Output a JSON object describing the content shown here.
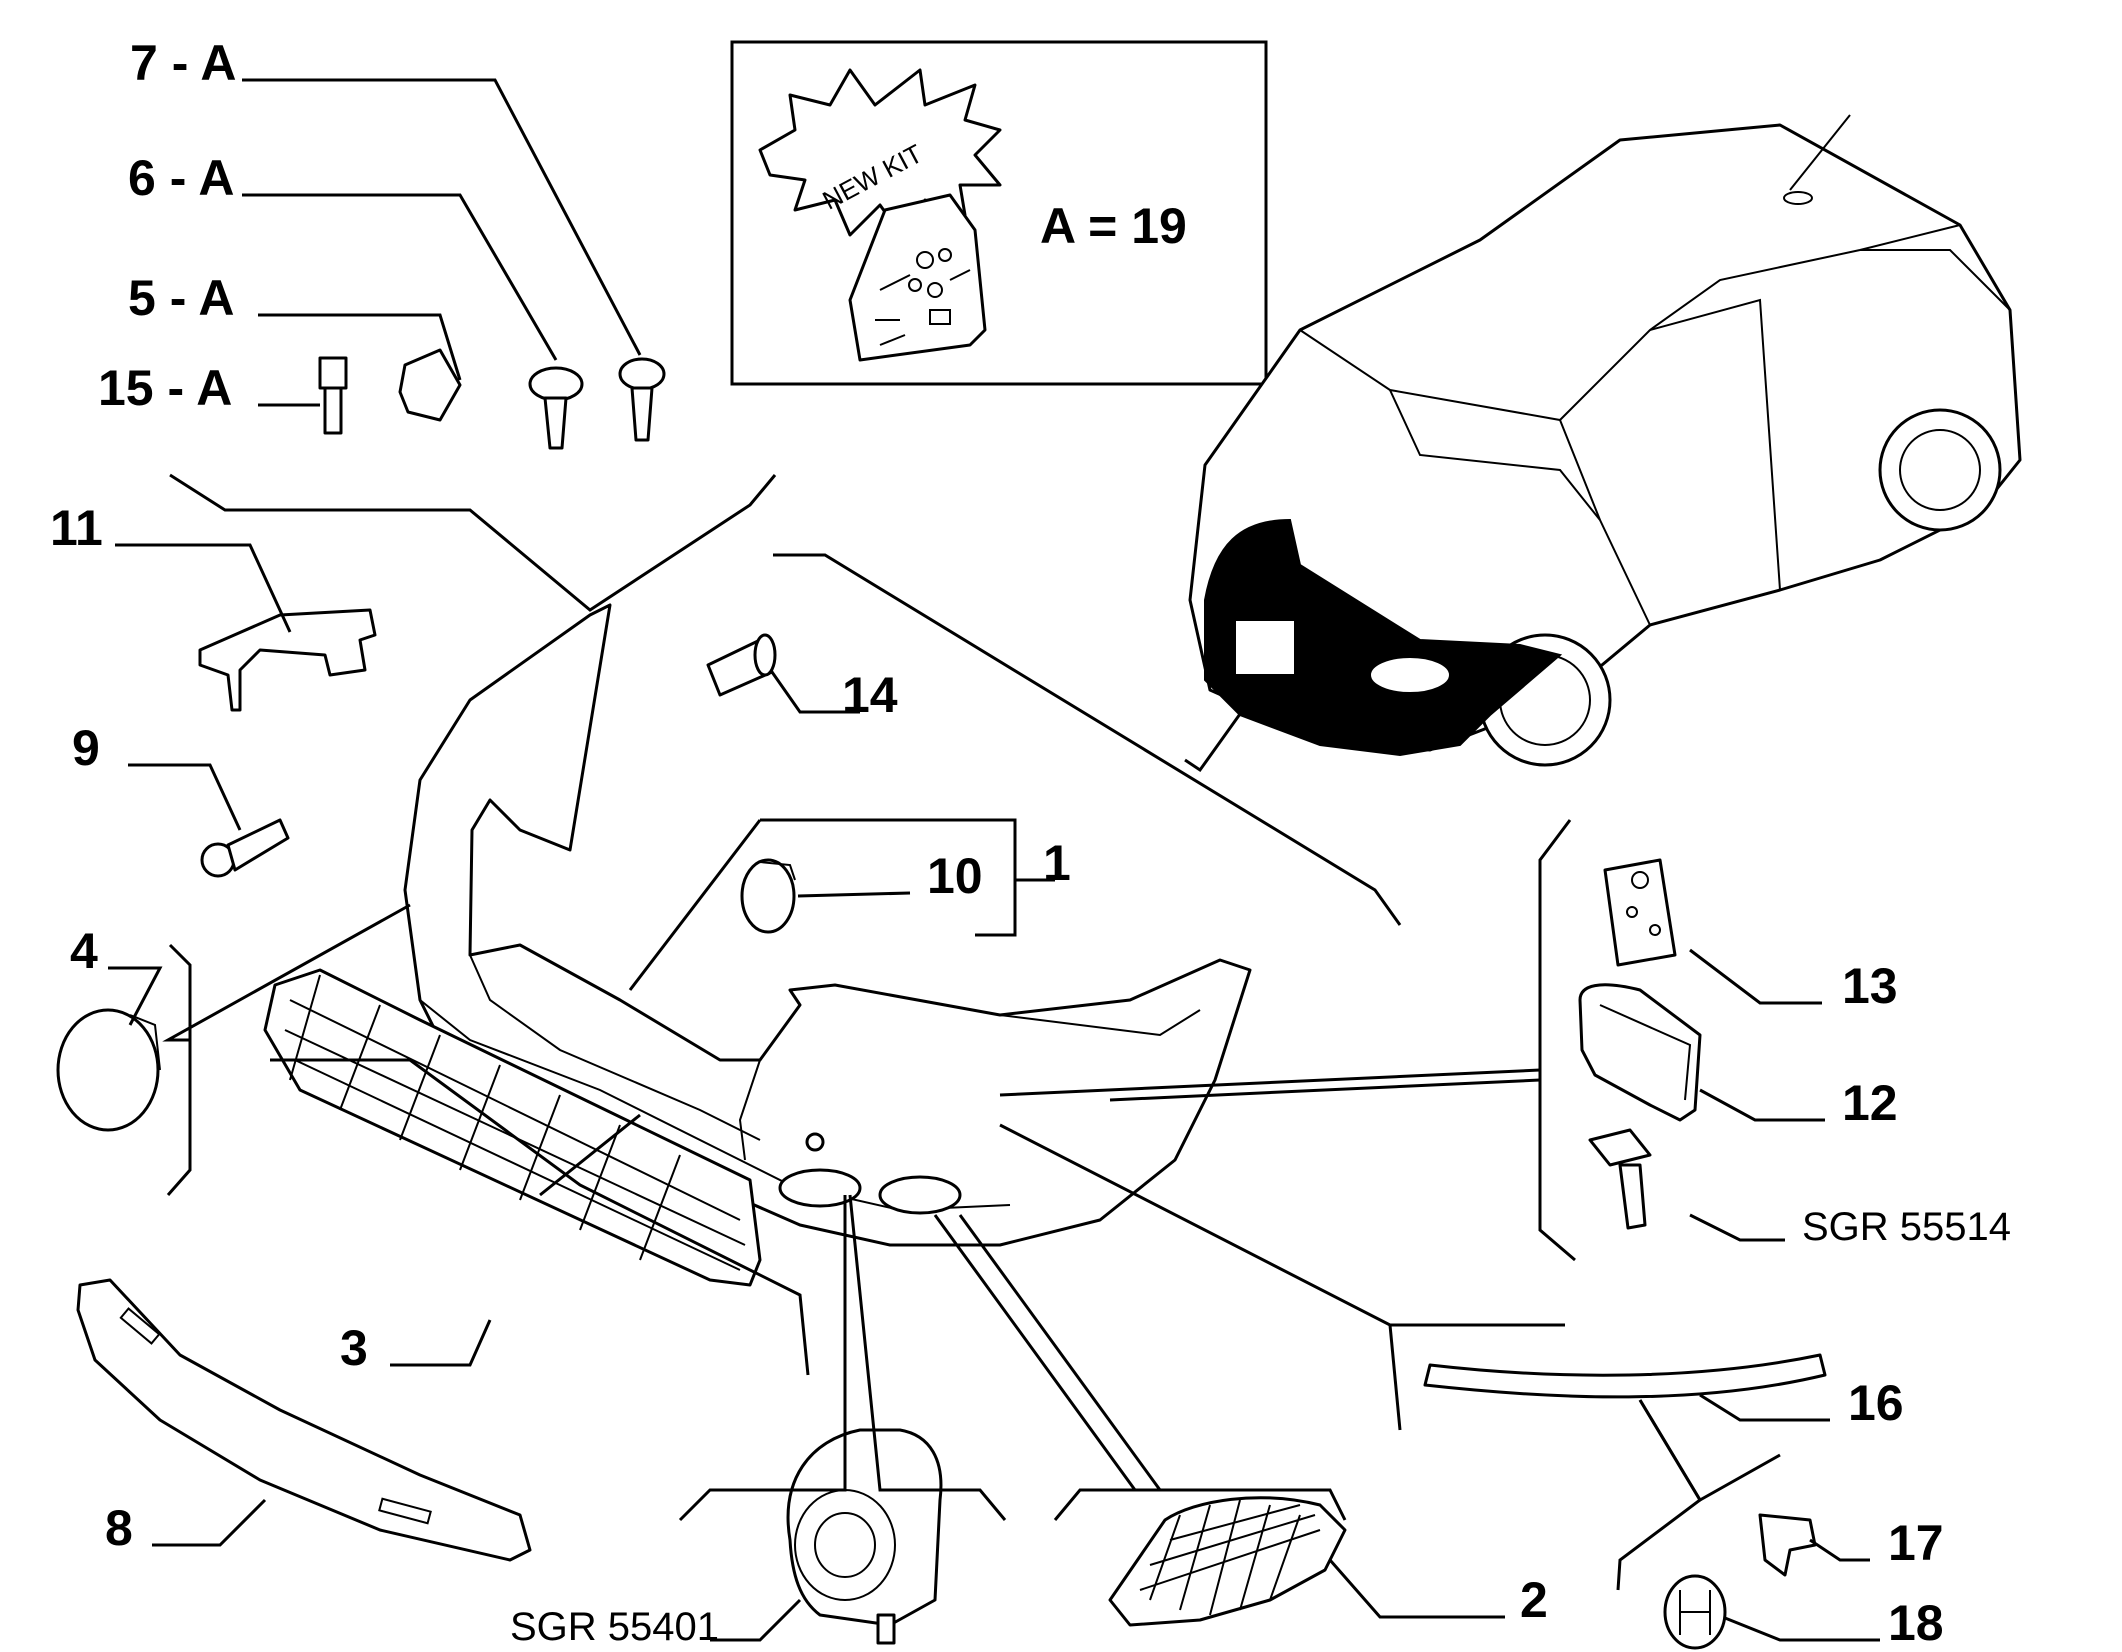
{
  "kit_box": {
    "burst_text": "NEW KIT",
    "equation": "A = 19"
  },
  "labels": {
    "p7": "7 - A",
    "p6": "6 - A",
    "p5": "5 - A",
    "p15": "15 - A",
    "p11": "11",
    "p14": "14",
    "p9": "9",
    "p10": "10",
    "p1": "1",
    "p4": "4",
    "p13": "13",
    "p12": "12",
    "p3": "3",
    "p16": "16",
    "p8": "8",
    "p17": "17",
    "p2": "2",
    "p18": "18",
    "sgr_headlamp_washer": "SGR 55514",
    "sgr_fog_lamp": "SGR 55401"
  }
}
